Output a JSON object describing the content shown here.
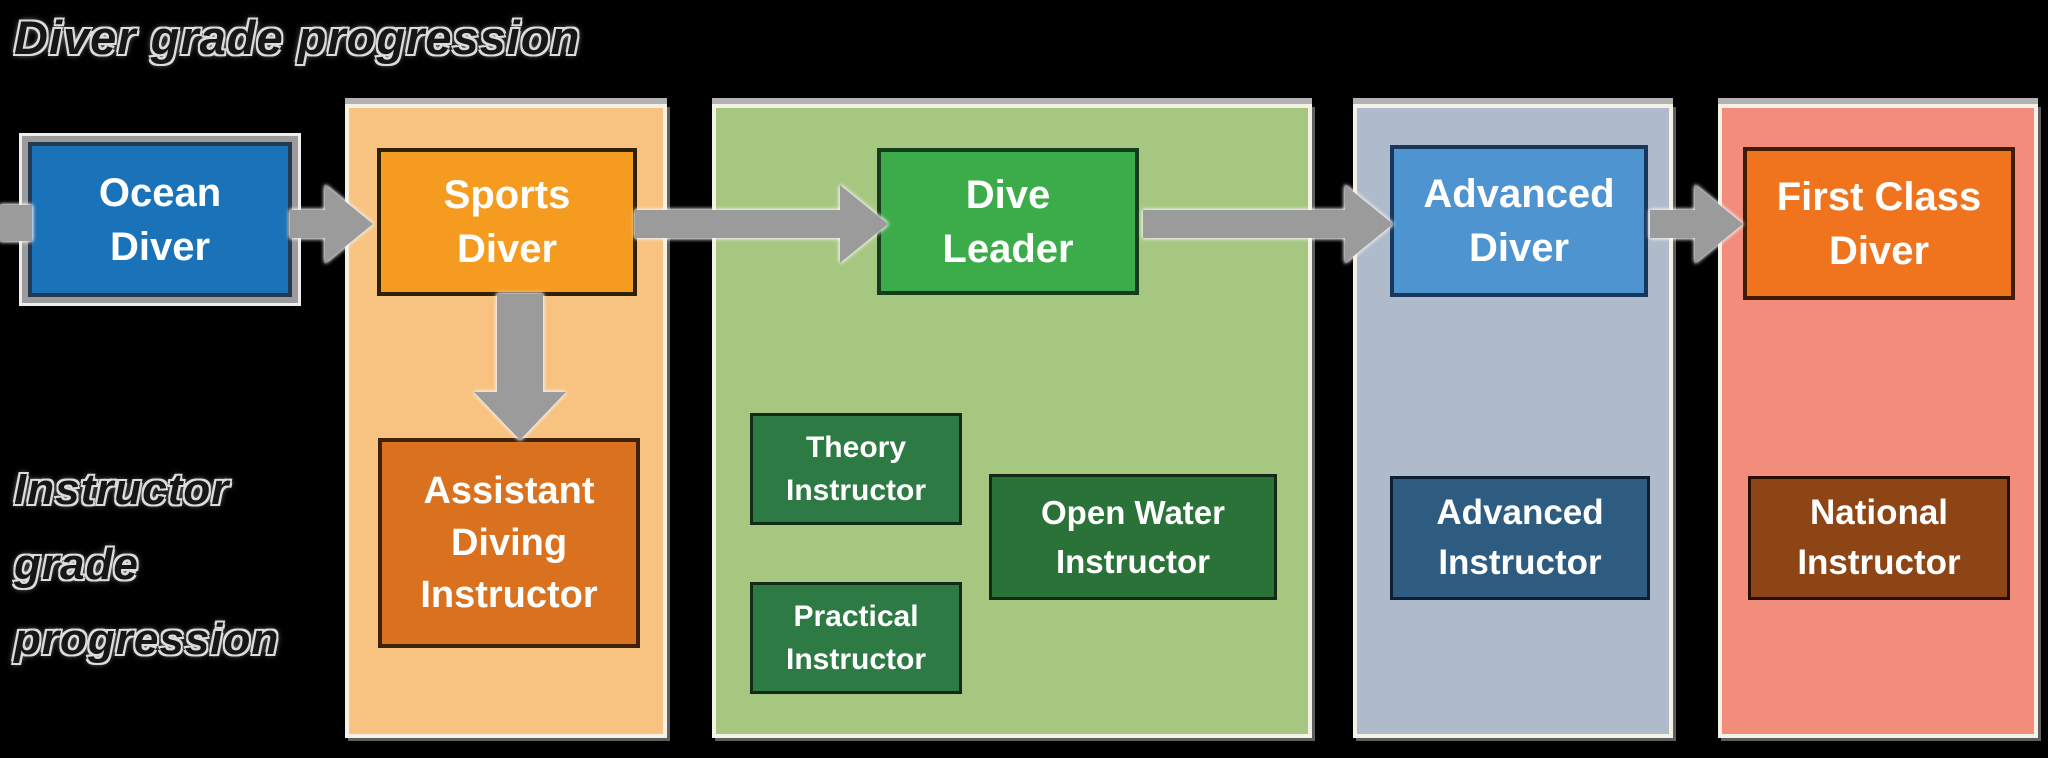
{
  "diagram": {
    "background_color": "#000000",
    "arrow_color": "#9b9b9b",
    "titles": {
      "diver_grade": "Diver grade progression",
      "instructor_grade_lines": [
        "Instructor",
        "grade",
        "progression"
      ]
    },
    "diver_progression": [
      {
        "id": "ocean_diver",
        "lines": [
          "Ocean",
          "Diver"
        ],
        "fill": "#1a72b8",
        "border": "#223a52"
      },
      {
        "id": "sports_diver",
        "lines": [
          "Sports",
          "Diver"
        ],
        "fill": "#f59b20",
        "border": "#2f2008"
      },
      {
        "id": "dive_leader",
        "lines": [
          "Dive",
          "Leader"
        ],
        "fill": "#3bac49",
        "border": "#143c1d"
      },
      {
        "id": "advanced_diver",
        "lines": [
          "Advanced",
          "Diver"
        ],
        "fill": "#4e94d0",
        "border": "#17375c"
      },
      {
        "id": "first_class_diver",
        "lines": [
          "First Class",
          "Diver"
        ],
        "fill": "#f0741e",
        "border": "#3f1c05"
      }
    ],
    "instructor_progression": [
      {
        "id": "assistant_diving_instructor",
        "lines": [
          "Assistant",
          "Diving",
          "Instructor"
        ],
        "fill": "#d9711f",
        "border": "#40220a"
      },
      {
        "id": "theory_instructor",
        "lines": [
          "Theory",
          "Instructor"
        ],
        "fill": "#2d7a44",
        "border": "#112b17"
      },
      {
        "id": "open_water_instructor",
        "lines": [
          "Open Water",
          "Instructor"
        ],
        "fill": "#2b7239",
        "border": "#112b17"
      },
      {
        "id": "practical_instructor",
        "lines": [
          "Practical",
          "Instructor"
        ],
        "fill": "#2d7a44",
        "border": "#112b17"
      },
      {
        "id": "advanced_instructor",
        "lines": [
          "Advanced",
          "Instructor"
        ],
        "fill": "#2e5c80",
        "border": "#0d2033"
      },
      {
        "id": "national_instructor",
        "lines": [
          "National",
          "Instructor"
        ],
        "fill": "#8d4515",
        "border": "#260f02"
      }
    ],
    "panel_fills": {
      "sports_panel": "#f8c380",
      "dive_leader_panel": "#a6c77f",
      "advanced_panel": "#afbaca",
      "first_class_panel": "#f18d7a"
    }
  }
}
